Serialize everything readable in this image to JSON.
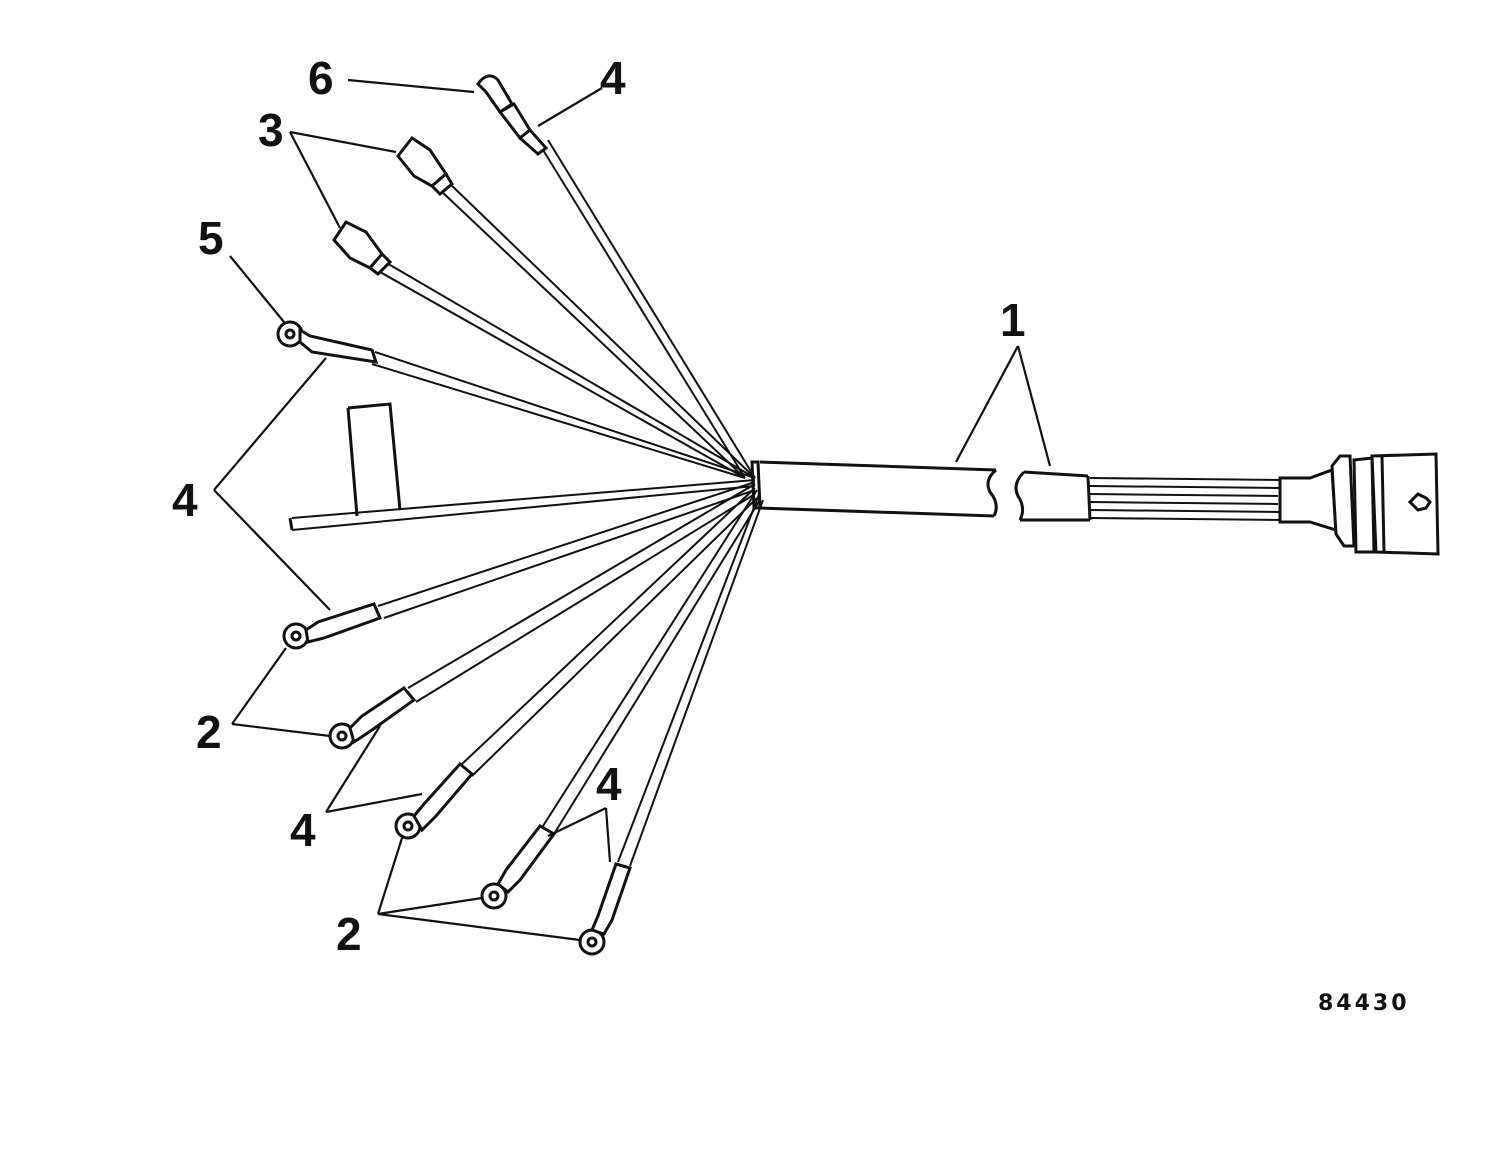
{
  "callouts": {
    "c1": "1",
    "c2_upper": "2",
    "c2_lower": "2",
    "c3": "3",
    "c4_top": "4",
    "c4_left": "4",
    "c4_mid": "4",
    "c4_lower": "4",
    "c5": "5",
    "c6": "6"
  },
  "figure_number": "84430"
}
